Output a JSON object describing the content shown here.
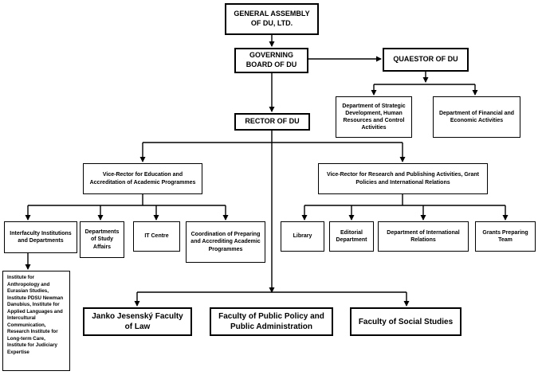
{
  "nodes": {
    "general_assembly": "GENERAL ASSEMBLY OF DU, LTD.",
    "governing_board": "GOVERNING BOARD OF DU",
    "quaestor": "QUAESTOR OF DU",
    "dept_strategic": "Department of Strategic Development, Human Resources and Control Activities",
    "dept_financial": "Department of Financial and Economic Activities",
    "rector": "RECTOR OF DU",
    "vr_education": "Vice-Rector for Education and Accreditation of Academic Programmes",
    "vr_research": "Vice-Rector for Research and Publishing Activities, Grant Policies and International Relations",
    "interfaculty": "Interfaculty Institutions and Departments",
    "study_affairs": "Departments of Study Affairs",
    "it_centre": "IT Centre",
    "coordination": "Coordination of Preparing and Accrediting Academic Programmes",
    "library": "Library",
    "editorial": "Editorial Department",
    "international": "Department of International Relations",
    "grants": "Grants Preparing Team",
    "institutes": "Institute for Anthropology and Eurasian Studies, Institute PDSU Newman Danubius, Institute for Applied Languages and Intercultural Communication, Research Institute for Long-term Care, Institute for Judiciary Expertise",
    "faculty_law": "Janko Jesenský Faculty of Law",
    "faculty_policy": "Faculty of Public Policy and Public Administration",
    "faculty_social": "Faculty of Social Studies"
  }
}
